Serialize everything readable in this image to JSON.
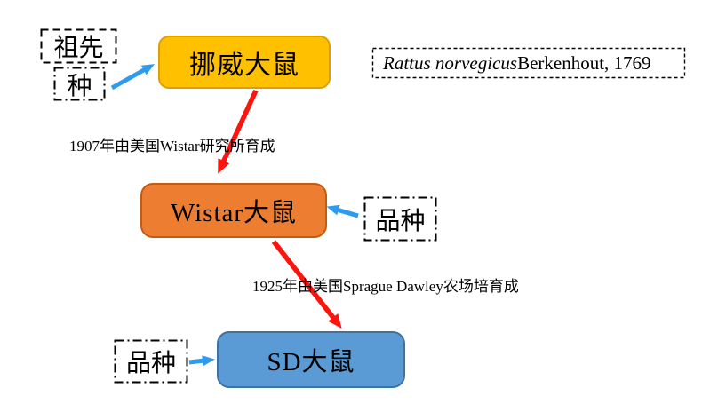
{
  "colors": {
    "norway_fill": "#FFC000",
    "norway_border": "#DCA000",
    "wistar_fill": "#ED7D31",
    "wistar_border": "#C55A11",
    "sd_fill": "#5B9BD5",
    "sd_border": "#41719C",
    "arrow_blue": "#2F9BEE",
    "arrow_red": "#FB150D",
    "stroke_black": "#000000"
  },
  "nodes": {
    "norway": {
      "label": "挪威大鼠"
    },
    "wistar": {
      "label": "Wistar大鼠"
    },
    "sd": {
      "label": "SD大鼠"
    }
  },
  "annotations": {
    "ancestor_line1": "祖先",
    "ancestor_line2": "种",
    "breed_wistar": "品种",
    "breed_sd": "品种",
    "taxon_italic": "Rattus norvegicus",
    "taxon_rest": "  Berkenhout, 1769",
    "note_1907": "1907年由美国Wistar研究所育成",
    "note_1925": "1925年由美国Sprague Dawley农场培育成"
  }
}
